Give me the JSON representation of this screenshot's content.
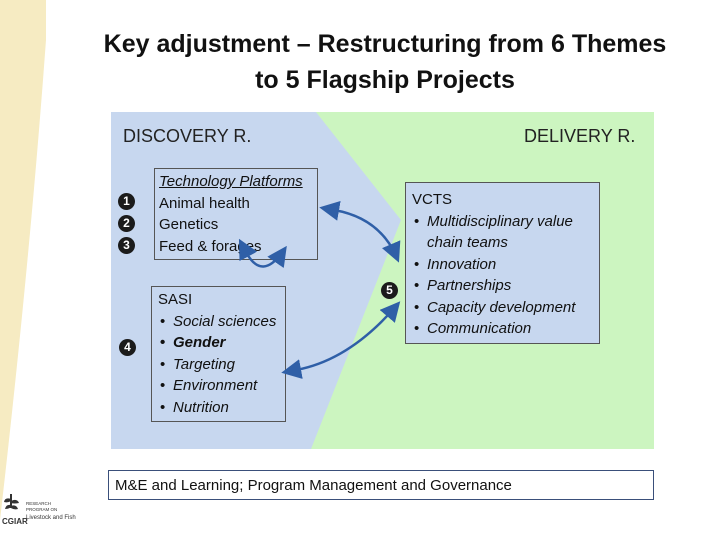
{
  "title_line1": "Key adjustment – Restructuring from 6 Themes",
  "title_line2": "to 5 Flagship Projects",
  "discovery_label": "DISCOVERY R.",
  "delivery_label": "DELIVERY R.",
  "platforms": {
    "heading": "Technology Platforms",
    "items": [
      "Animal health",
      "Genetics",
      "Feed & forages"
    ],
    "numbers": [
      "1",
      "2",
      "3"
    ]
  },
  "sasi": {
    "heading": "SASI",
    "number": "4",
    "items": [
      "Social sciences",
      "Gender",
      "Targeting",
      "Environment",
      "Nutrition"
    ]
  },
  "vcts": {
    "heading": "VCTS",
    "number": "5",
    "items": [
      "Multidisciplinary value chain teams",
      "Innovation",
      "Partnerships",
      "Capacity development",
      "Communication"
    ]
  },
  "footer": "M&E and Learning; Program Management and Governance",
  "logo": {
    "line1": "RESEARCH",
    "line2": "PROGRAM ON",
    "line3": "Livestock and Fish",
    "brand": "CGIAR"
  },
  "colors": {
    "discovery": "#c7d7ef",
    "delivery": "#ccf5c0",
    "left_band": "#f6ebc2",
    "arrow": "#2f5fa7"
  }
}
